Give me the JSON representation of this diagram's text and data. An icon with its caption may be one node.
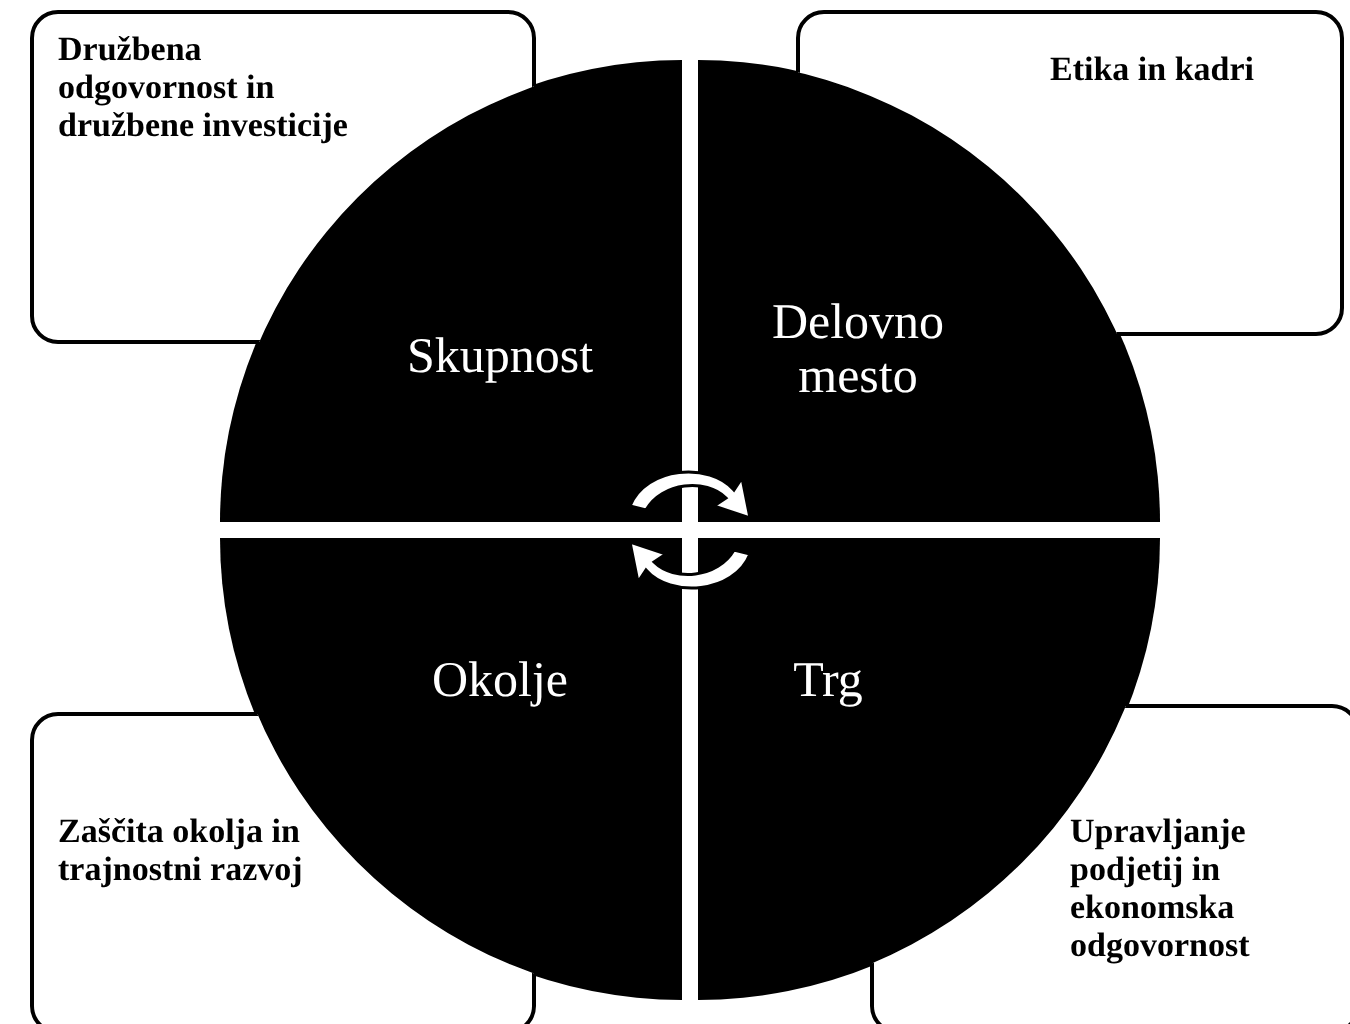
{
  "diagram": {
    "nodes": [
      {
        "text": [
          "Družbena odgovornost in družbene investicije"
        ]
      },
      {
        "text": [
          "Etika in kadri"
        ]
      },
      {
        "text": [
          "Skupnost"
        ]
      },
      {
        "text": [
          "Delovno mesto"
        ]
      },
      {
        "text": [
          "Okolje"
        ]
      },
      {
        "text": [
          "Trg"
        ]
      },
      {
        "text": [
          "Zaščita okolja in trajnostni razvoj"
        ]
      },
      {
        "text": [
          "Upravljanje podjetij in ekonomska odgovornost"
        ]
      }
    ]
  }
}
